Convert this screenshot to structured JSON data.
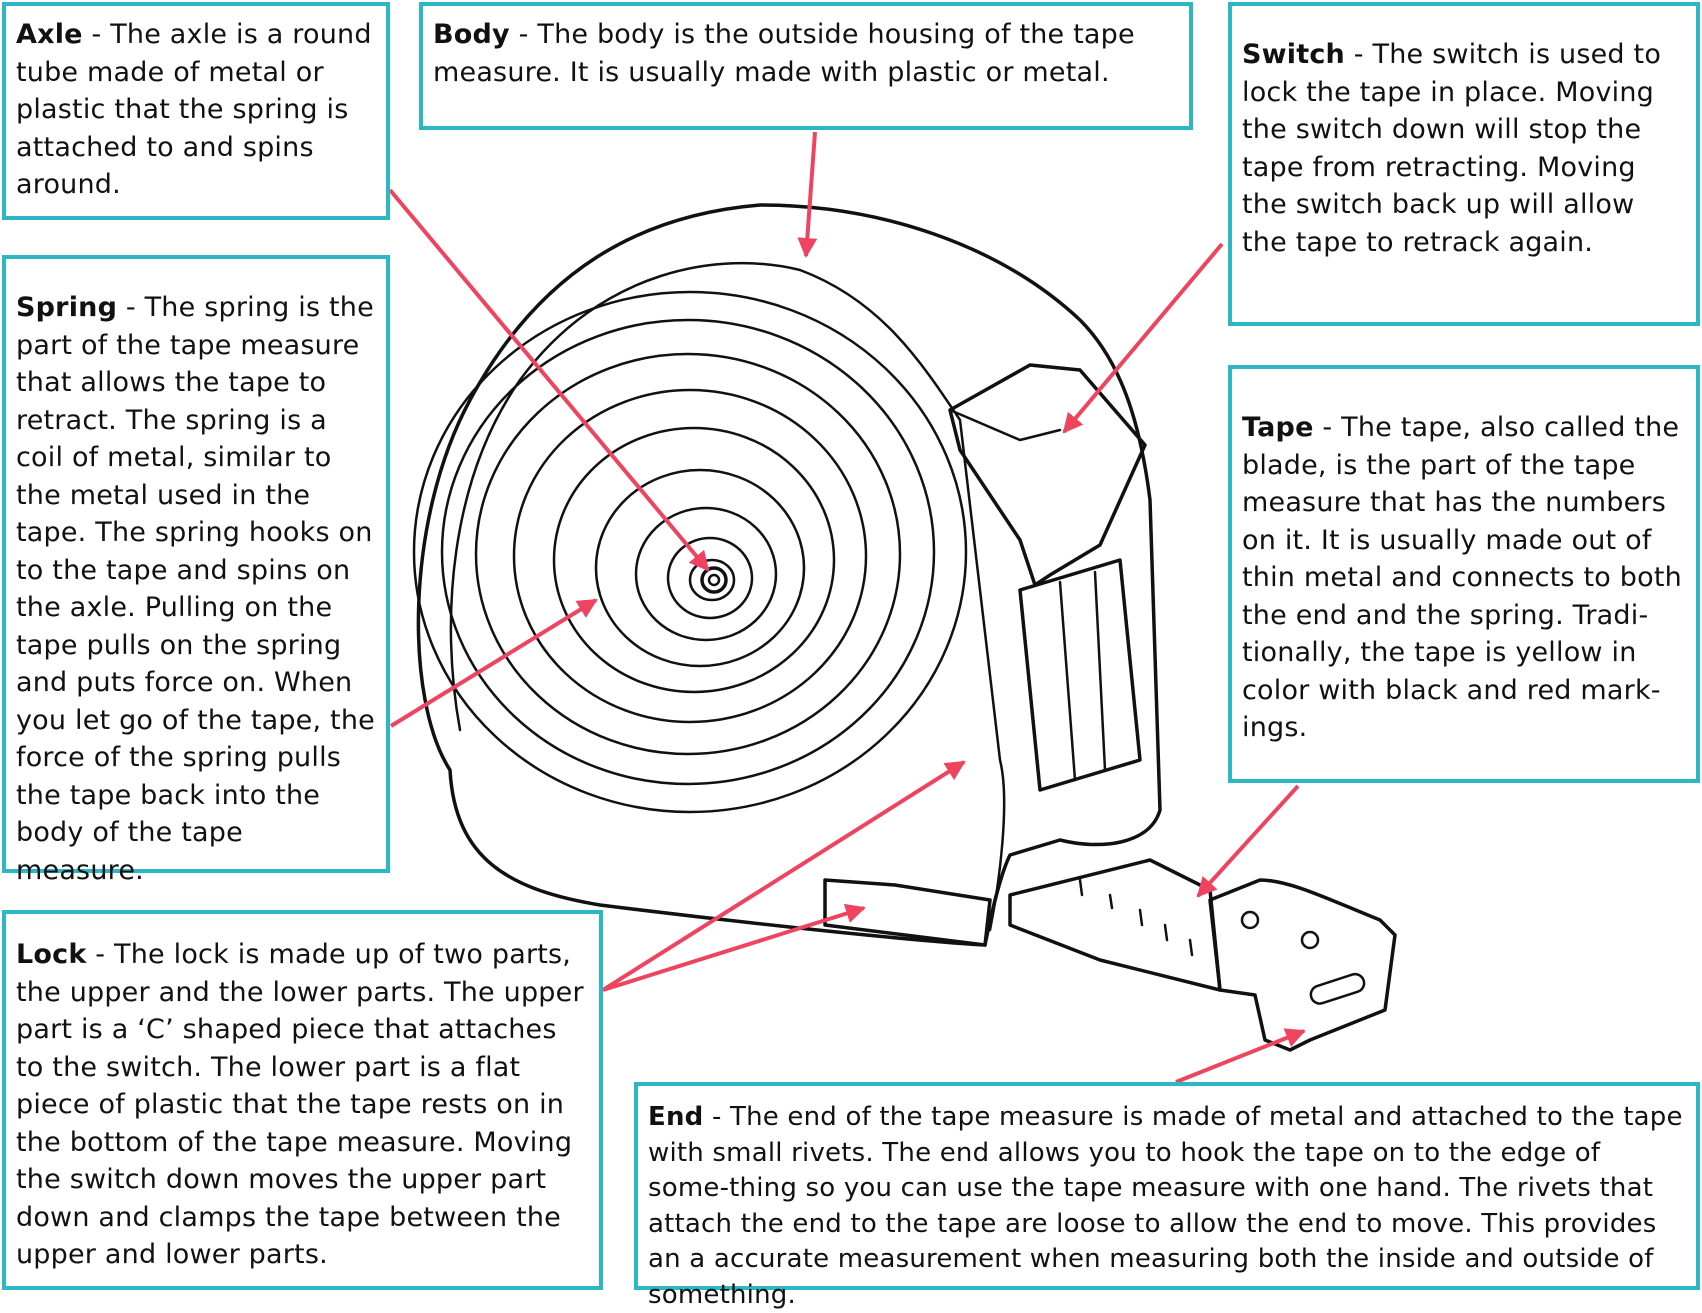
{
  "parts": [
    {
      "id": "axle",
      "name": "Axle",
      "sep": " - ",
      "text": "The axle is a round tube made of metal or plastic that the spring is attached to and spins around."
    },
    {
      "id": "body",
      "name": "Body",
      "sep": " - ",
      "text": "The body is the outside housing of the tape measure. It is usually made with plastic or metal."
    },
    {
      "id": "switch",
      "name": "Switch",
      "sep": " - ",
      "text": "The switch is used to lock the tape in place. Moving the switch down will stop the tape from retracting. Moving the switch back up will allow the tape to retrack again."
    },
    {
      "id": "spring",
      "name": "Spring",
      "sep": " - ",
      "text": "The spring is the part of the tape measure that allows the tape to retract. The spring is a coil of metal, similar to the metal used in the tape. The spring hooks on to the tape and spins on the axle. Pulling on the tape pulls on the spring and puts force on. When you let go of the tape, the force of the spring pulls the tape back into the body of the tape measure."
    },
    {
      "id": "tape",
      "name": "Tape",
      "sep": " - ",
      "text": "The tape, also called the blade, is the part of the tape measure that has the numbers on it. It is usually made out of thin metal and connects to both the end and the spring. Tradi-tionally, the tape is yellow in color with black and red mark-ings."
    },
    {
      "id": "lock",
      "name": "Lock",
      "sep": " - ",
      "text": "The lock is made up of two parts, the upper and the lower parts. The upper part is a ‘C’ shaped piece that attaches to the switch. The lower part is a flat piece of plastic that the tape rests on in the bottom of the tape measure. Moving the switch down moves the upper part down and clamps the tape between the upper and lower parts."
    },
    {
      "id": "end",
      "name": "End",
      "sep": " - ",
      "text": "The end of the tape measure is made of metal and attached to the tape with small rivets. The end allows you to hook the tape on to the edge of some-thing so you can use the tape measure with one hand. The rivets that attach the end to the tape are loose to allow the end to move. This provides an a accurate measurement when measuring both the inside and outside of something."
    }
  ],
  "colors": {
    "border": "#2bb7c4",
    "arrow": "#ee4460",
    "ink": "#111111"
  }
}
